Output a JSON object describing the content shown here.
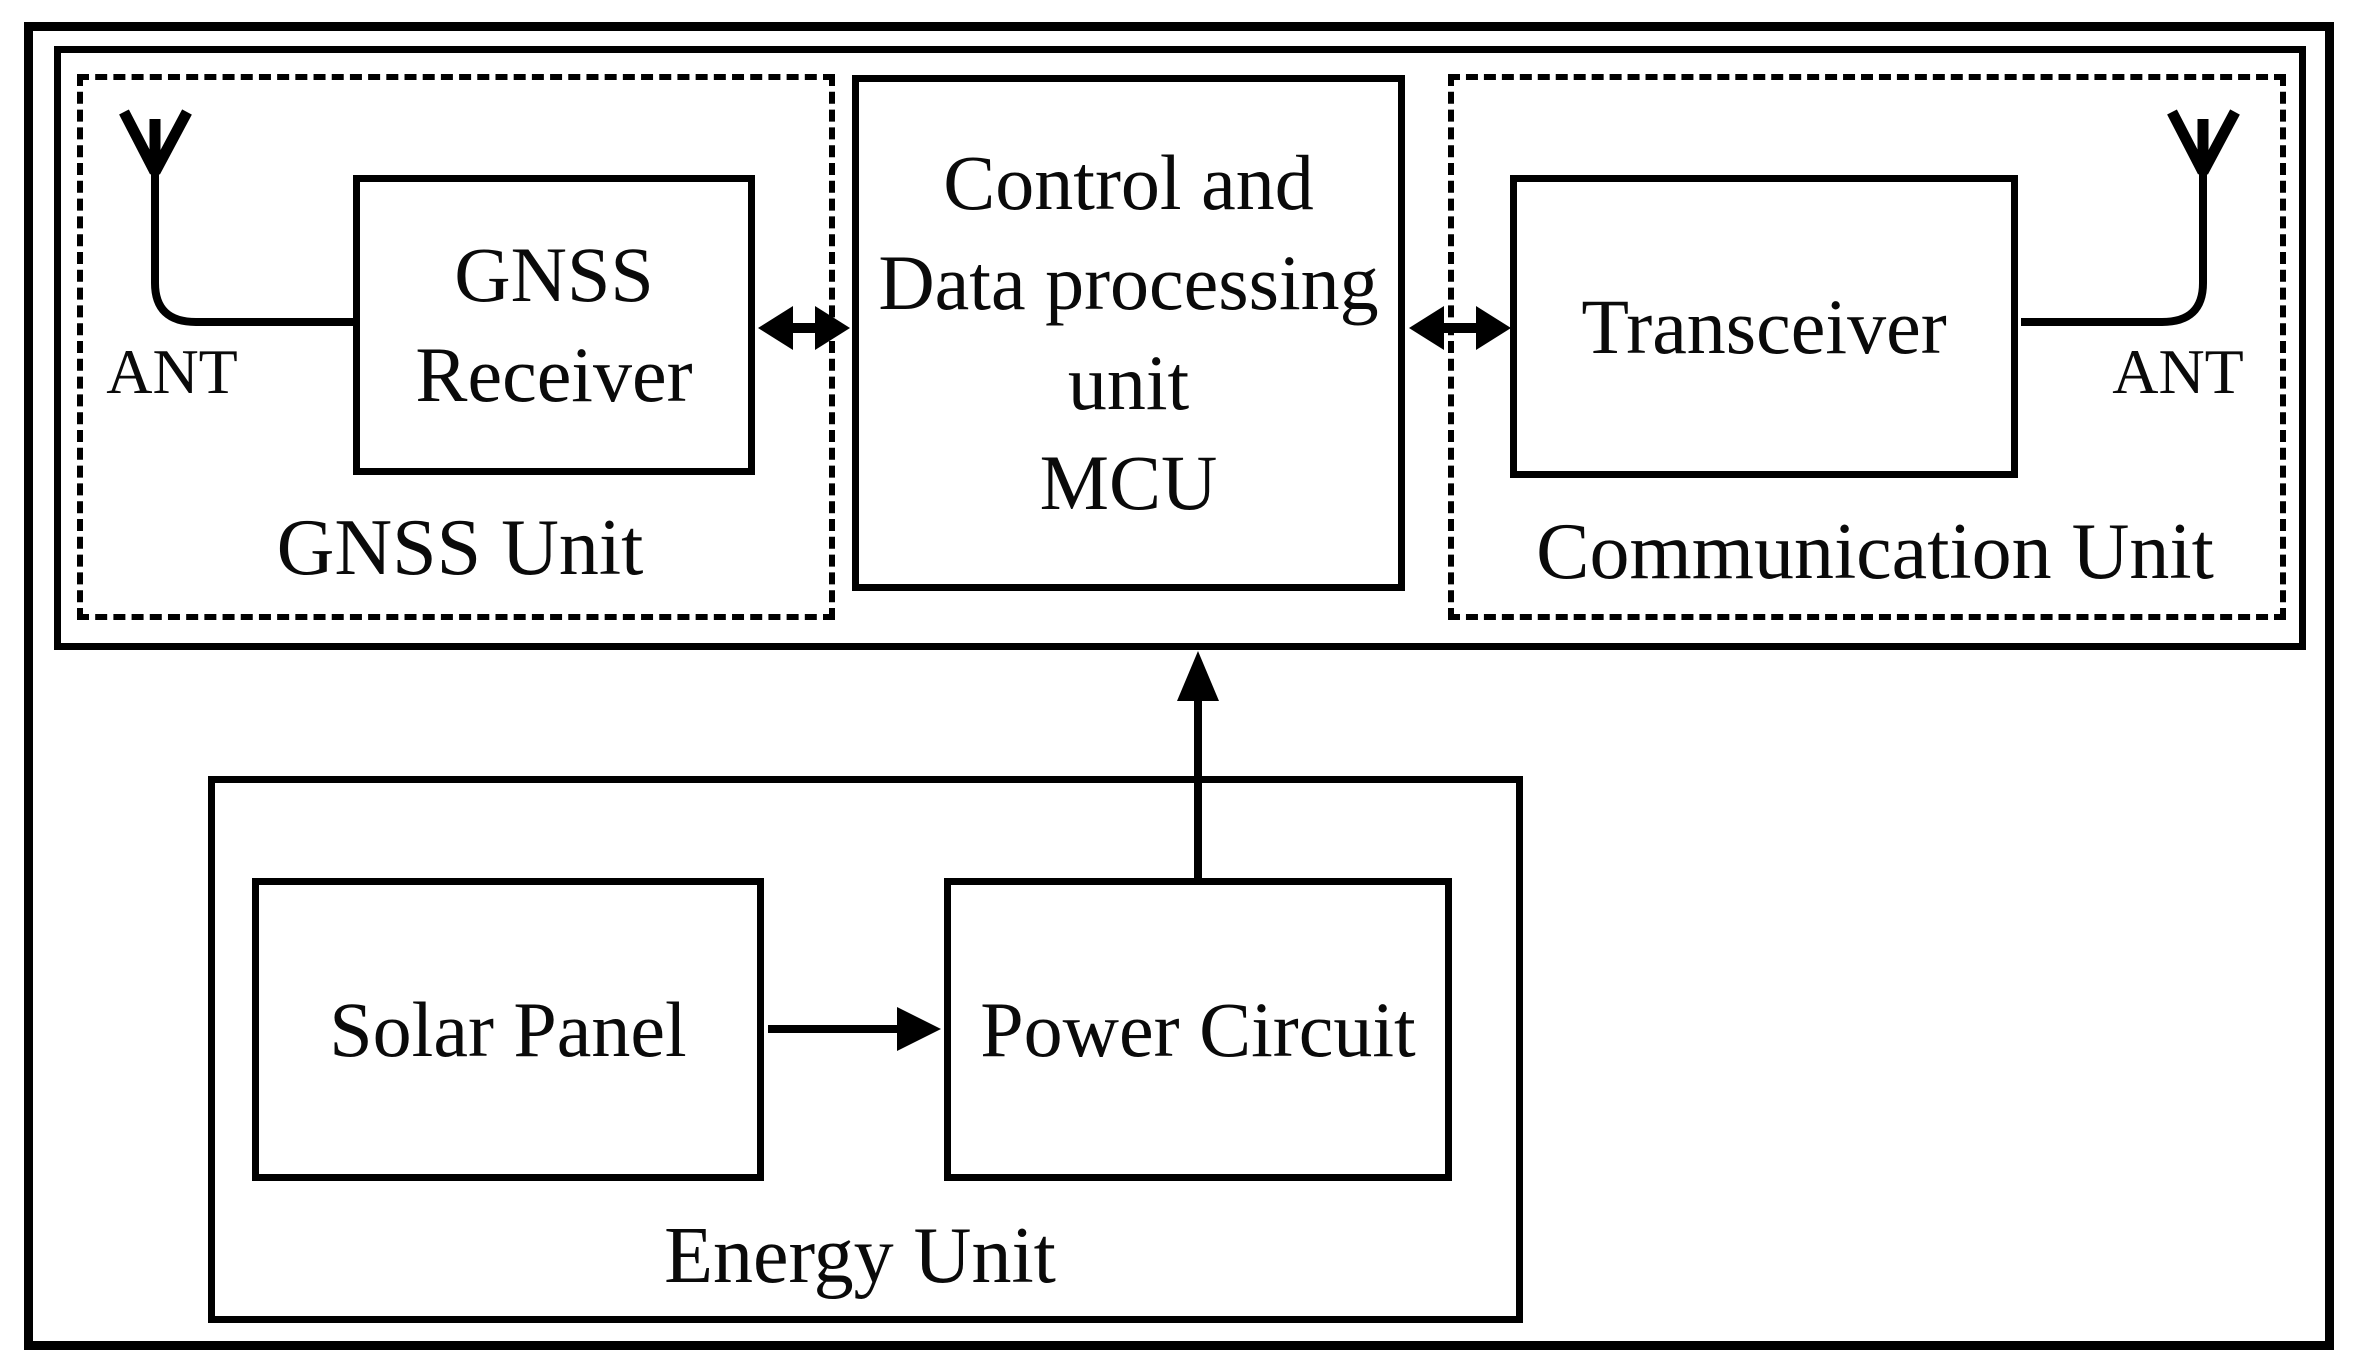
{
  "figure": {
    "type": "block-diagram",
    "background_color": "#ffffff",
    "line_color": "#000000",
    "top_section": {
      "gnss_unit": {
        "label": "GNSS Unit",
        "antenna_label": "ANT",
        "gnss_receiver": {
          "line1": "GNSS",
          "line2": "Receiver"
        }
      },
      "control_unit": {
        "line1": "Control and",
        "line2": "Data processing",
        "line3": "unit",
        "line4": "MCU"
      },
      "communication_unit": {
        "label": "Communication Unit",
        "antenna_label": "ANT",
        "transceiver_label": "Transceiver"
      }
    },
    "energy_section": {
      "label": "Energy Unit",
      "solar_panel_label": "Solar Panel",
      "power_circuit_label": "Power Circuit"
    }
  }
}
